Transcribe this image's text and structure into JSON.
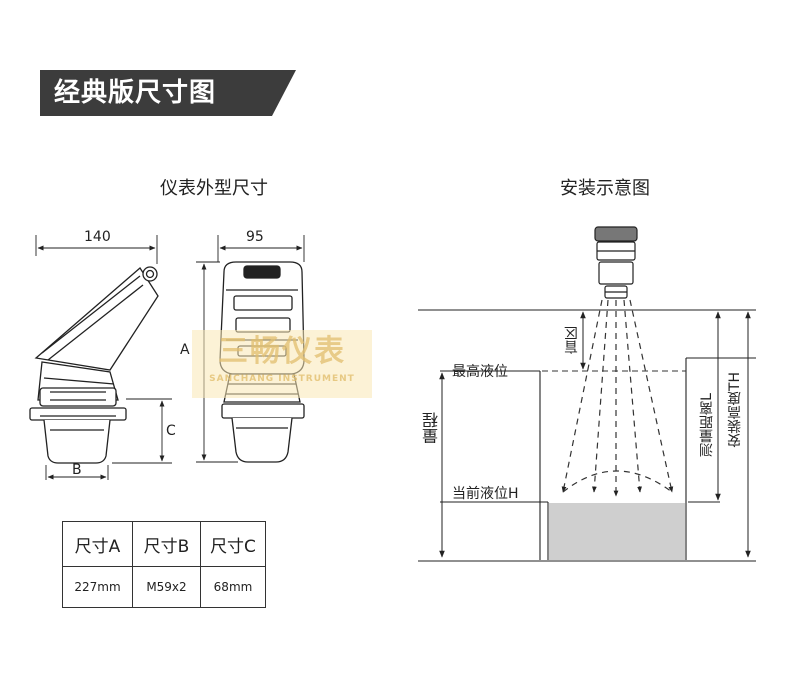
{
  "banner": {
    "title": "经典版尺寸图"
  },
  "dimensions_section": {
    "title": "仪表外型尺寸",
    "labels": {
      "width_side": "140",
      "width_front": "95",
      "dim_a": "A",
      "dim_b": "B",
      "dim_c": "C"
    },
    "table": {
      "headers": [
        "尺寸A",
        "尺寸B",
        "尺寸C"
      ],
      "values": [
        "227mm",
        "M59x2",
        "68mm"
      ]
    }
  },
  "install_section": {
    "title": "安装示意图",
    "labels": {
      "blind_zone": "盲区",
      "max_level": "最高液位",
      "current_level": "当前液位H",
      "range": "量程",
      "measured_distance": "测量距离L",
      "install_height": "安装高度TH"
    }
  },
  "watermark": {
    "main": "三畅仪表",
    "sub": "SANCHANG INSTRUMENT"
  }
}
